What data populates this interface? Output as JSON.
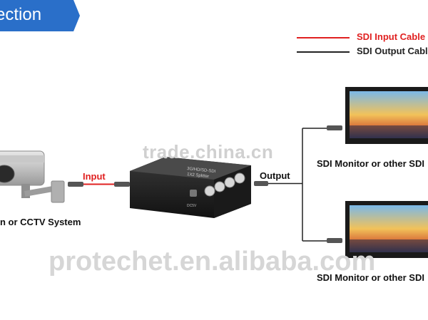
{
  "banner": {
    "title": "ection"
  },
  "legend": {
    "input_label": "SDI Input Cable",
    "output_label": "SDI Output Cable",
    "input_color": "#e02020",
    "output_color": "#222222"
  },
  "labels": {
    "camera": "n or CCTV System",
    "input": "Input",
    "output": "Output",
    "monitor_top": "SDI Monitor or other SDI",
    "monitor_bottom": "SDI Monitor or other SDI"
  },
  "device": {
    "line1": "3G/HD/SD-SDI",
    "line2": "1X2 Splitter",
    "dc_label": "DC5V"
  },
  "watermarks": {
    "top": "trade.china.cn",
    "bottom": "protechet.en.alibaba.com"
  },
  "icons": {
    "camera": "cctv-camera-icon",
    "splitter": "sdi-splitter-device",
    "monitor": "monitor-icon",
    "connector": "bnc-connector-icon"
  }
}
